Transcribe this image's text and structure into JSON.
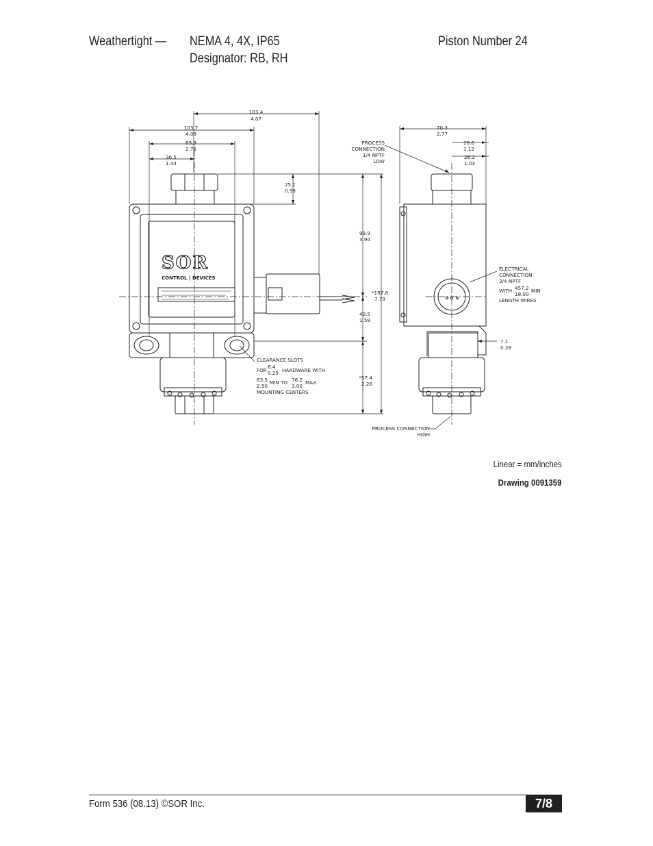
{
  "header": {
    "title_left": "Weathertight —",
    "title_nema": "NEMA 4, 4X, IP65",
    "title_designator": "Designator: RB, RH",
    "title_right": "Piston Number 24"
  },
  "drawing": {
    "dims": {
      "d103_4_mm": "103.4",
      "d103_4_in": "4.07",
      "d103_7_mm": "103.7",
      "d103_7_in": "4.08",
      "d69_9_mm": "69.9",
      "d69_9_in": "2.75",
      "d36_5_mm": "36.5",
      "d36_5_in": "1.44",
      "d25_1_mm": "25.1",
      "d25_1_in": "0.99",
      "d99_9_mm": "99.9",
      "d99_9_in": "3.94",
      "d197_8_mm": "*197.8",
      "d197_8_in": "7.79",
      "d40_5_mm": "40.5",
      "d40_5_in": "1.59",
      "d57_4_mm": "*57.4",
      "d57_4_in": "2.26",
      "d70_3_mm": "70.3",
      "d70_3_in": "2.77",
      "d28_6_mm": "28.6",
      "d28_6_in": "1.12",
      "d26_2_mm": "26.2",
      "d26_2_in": "1.03",
      "d7_1_mm": "7.1",
      "d7_1_in": "0.28"
    },
    "labels": {
      "process_low": [
        "PROCESS",
        "CONNECTION",
        "1/4 NPTF",
        "LOW"
      ],
      "electrical": [
        "ELECTRICAL",
        "CONNECTION",
        "3/4 NPTF"
      ],
      "elec_with": "WITH",
      "elec_457_mm": "457.2",
      "elec_457_in": "18.00",
      "elec_min": "MIN",
      "elec_length": "LENGTH WIRES",
      "clearance_1": "CLEARANCE SLOTS",
      "clearance_for": "FOR",
      "clearance_6_4": "6.4",
      "clearance_0_25": "0.25",
      "clearance_hw": "HARDWARE WITH",
      "clearance_63_5": "63.5",
      "clearance_2_50": "2.50",
      "clearance_minto": "MIN TO",
      "clearance_76_2": "76.2",
      "clearance_3_00": "3.00",
      "clearance_max": "MAX",
      "clearance_centers": "MOUNTING CENTERS",
      "process_high_1": "PROCESS CONNECTION",
      "process_high_2": "HIGH",
      "logo": "SOR",
      "logo_sub": "CONTROL | DEVICES"
    }
  },
  "notes": {
    "units": "Linear = mm/inches",
    "drawing_number": "Drawing 0091359"
  },
  "footer": {
    "form": "Form 536 (08.13) ©SOR Inc.",
    "page": "7/8"
  }
}
